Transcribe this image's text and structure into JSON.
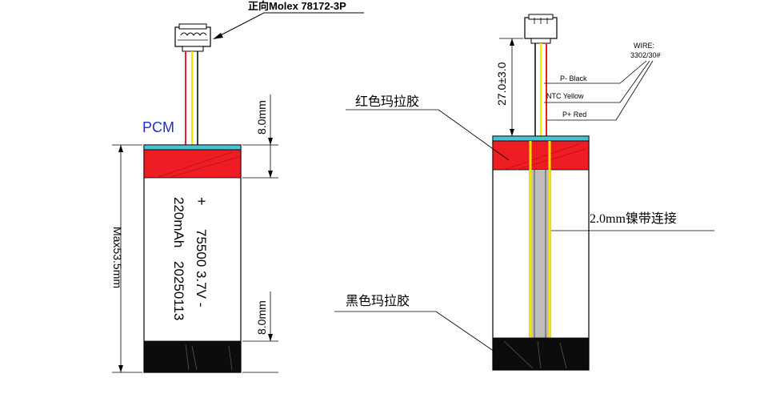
{
  "left_view": {
    "connector_label": "正向Molex 78172-3P",
    "pcm_label": "PCM",
    "dim_top": "8.0mm",
    "dim_bottom": "8.0mm",
    "dim_max": "Max53.5mm",
    "plus_sign": "+",
    "capacity": "220mAh",
    "model_line": "75500 3.7V -",
    "date_code": "20250113"
  },
  "right_view": {
    "wire_label_line1": "WIRE:",
    "wire_label_line2": "3302/30#",
    "wire_black": "P-  Black",
    "wire_yellow": "NTC Yellow",
    "wire_red": "P+   Red",
    "dim_lead": "27.0±3.0",
    "red_tape_label": "红色玛拉胶",
    "nickel_strip_label": "2.0mm镍带连接",
    "black_tape_label": "黑色玛拉胶"
  },
  "colors": {
    "red_tape": "#ee1d24",
    "pcm_cyan": "#46c4d4",
    "black_tape": "#0c0c0c",
    "wire_red": "#ee1d24",
    "wire_yellow": "#f5e300",
    "pcm_text": "#1f2fd0",
    "strip_gray": "#bdbdbd"
  }
}
